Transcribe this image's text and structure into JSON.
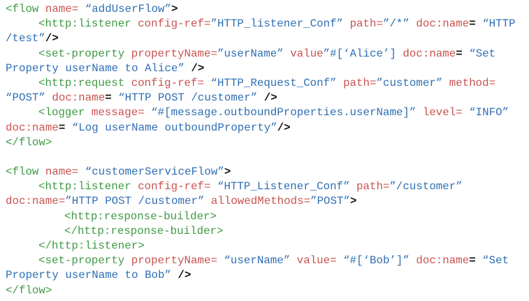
{
  "code_lines": [
    {
      "indent": 0,
      "segs": [
        {
          "t": "<flow ",
          "c": "g"
        },
        {
          "t": "name= ",
          "c": "r"
        },
        {
          "t": "“addUserFlow”",
          "c": "b"
        },
        {
          "t": ">",
          "c": "k"
        }
      ]
    },
    {
      "indent": 1,
      "segs": [
        {
          "t": "<http:listener ",
          "c": "g"
        },
        {
          "t": "config-ref=",
          "c": "r"
        },
        {
          "t": "”HTTP_listener_Conf” ",
          "c": "b"
        },
        {
          "t": "path=",
          "c": "r"
        },
        {
          "t": "”/*” ",
          "c": "b"
        },
        {
          "t": "doc:name",
          "c": "r"
        },
        {
          "t": "= ",
          "c": "k"
        },
        {
          "t": "“HTTP",
          "c": "b"
        }
      ]
    },
    {
      "indent": 0,
      "segs": [
        {
          "t": "/test”",
          "c": "b"
        },
        {
          "t": "/>",
          "c": "k"
        }
      ]
    },
    {
      "indent": 1,
      "segs": [
        {
          "t": "<set-property ",
          "c": "g"
        },
        {
          "t": "propertyName=",
          "c": "r"
        },
        {
          "t": "”userName” ",
          "c": "b"
        },
        {
          "t": "value",
          "c": "r"
        },
        {
          "t": "”#[‘Alice’] ",
          "c": "b"
        },
        {
          "t": "doc:name",
          "c": "r"
        },
        {
          "t": "= ",
          "c": "k"
        },
        {
          "t": "“Set",
          "c": "b"
        }
      ]
    },
    {
      "indent": 0,
      "segs": [
        {
          "t": "Property userName to Alice” ",
          "c": "b"
        },
        {
          "t": "/>",
          "c": "k"
        }
      ]
    },
    {
      "indent": 1,
      "segs": [
        {
          "t": "<http:request ",
          "c": "g"
        },
        {
          "t": "config-ref= ",
          "c": "r"
        },
        {
          "t": "“HTTP_Request_Conf” ",
          "c": "b"
        },
        {
          "t": "path=",
          "c": "r"
        },
        {
          "t": "”customer” ",
          "c": "b"
        },
        {
          "t": "method=",
          "c": "r"
        }
      ]
    },
    {
      "indent": 0,
      "segs": [
        {
          "t": "“POST” ",
          "c": "b"
        },
        {
          "t": "doc:name",
          "c": "r"
        },
        {
          "t": "= ",
          "c": "k"
        },
        {
          "t": "“HTTP POST /customer” ",
          "c": "b"
        },
        {
          "t": "/>",
          "c": "k"
        }
      ]
    },
    {
      "indent": 1,
      "segs": [
        {
          "t": "<logger ",
          "c": "g"
        },
        {
          "t": "message= ",
          "c": "r"
        },
        {
          "t": "“#[message.outboundProperties.userName]” ",
          "c": "b"
        },
        {
          "t": "level= ",
          "c": "r"
        },
        {
          "t": "“INFO”",
          "c": "b"
        }
      ]
    },
    {
      "indent": 0,
      "segs": [
        {
          "t": "doc:name",
          "c": "r"
        },
        {
          "t": "= ",
          "c": "k"
        },
        {
          "t": "“Log userName outboundProperty”",
          "c": "b"
        },
        {
          "t": "/>",
          "c": "k"
        }
      ]
    },
    {
      "indent": 0,
      "segs": [
        {
          "t": "</flow>",
          "c": "g"
        }
      ]
    },
    {
      "indent": 0,
      "segs": []
    },
    {
      "indent": 0,
      "segs": [
        {
          "t": "<flow ",
          "c": "g"
        },
        {
          "t": "name= ",
          "c": "r"
        },
        {
          "t": "“customerServiceFlow”",
          "c": "b"
        },
        {
          "t": ">",
          "c": "k"
        }
      ]
    },
    {
      "indent": 1,
      "segs": [
        {
          "t": "<http:listener ",
          "c": "g"
        },
        {
          "t": "config-ref= ",
          "c": "r"
        },
        {
          "t": "“HTTP_Listener_Conf” ",
          "c": "b"
        },
        {
          "t": "path=",
          "c": "r"
        },
        {
          "t": "”/customer”",
          "c": "b"
        }
      ]
    },
    {
      "indent": 0,
      "segs": [
        {
          "t": "doc:name=",
          "c": "r"
        },
        {
          "t": "”HTTP POST /customer” ",
          "c": "b"
        },
        {
          "t": "allowedMethods=",
          "c": "r"
        },
        {
          "t": "”POST”",
          "c": "b"
        },
        {
          "t": ">",
          "c": "k"
        }
      ]
    },
    {
      "indent": 2,
      "segs": [
        {
          "t": "<http:response-builder>",
          "c": "g"
        }
      ]
    },
    {
      "indent": 2,
      "segs": [
        {
          "t": "</http:response-builder>",
          "c": "g"
        }
      ]
    },
    {
      "indent": 1,
      "segs": [
        {
          "t": "</http:listener>",
          "c": "g"
        }
      ]
    },
    {
      "indent": 1,
      "segs": [
        {
          "t": "<set-property ",
          "c": "g"
        },
        {
          "t": "propertyName= ",
          "c": "r"
        },
        {
          "t": "“userName” ",
          "c": "b"
        },
        {
          "t": "value= ",
          "c": "r"
        },
        {
          "t": "“#[‘Bob’]” ",
          "c": "b"
        },
        {
          "t": "doc:name",
          "c": "r"
        },
        {
          "t": "= ",
          "c": "k"
        },
        {
          "t": "“Set",
          "c": "b"
        }
      ]
    },
    {
      "indent": 0,
      "segs": [
        {
          "t": "Property userName to Bob” ",
          "c": "b"
        },
        {
          "t": "/>",
          "c": "k"
        }
      ]
    },
    {
      "indent": 0,
      "segs": [
        {
          "t": "</flow>",
          "c": "g"
        }
      ]
    }
  ]
}
